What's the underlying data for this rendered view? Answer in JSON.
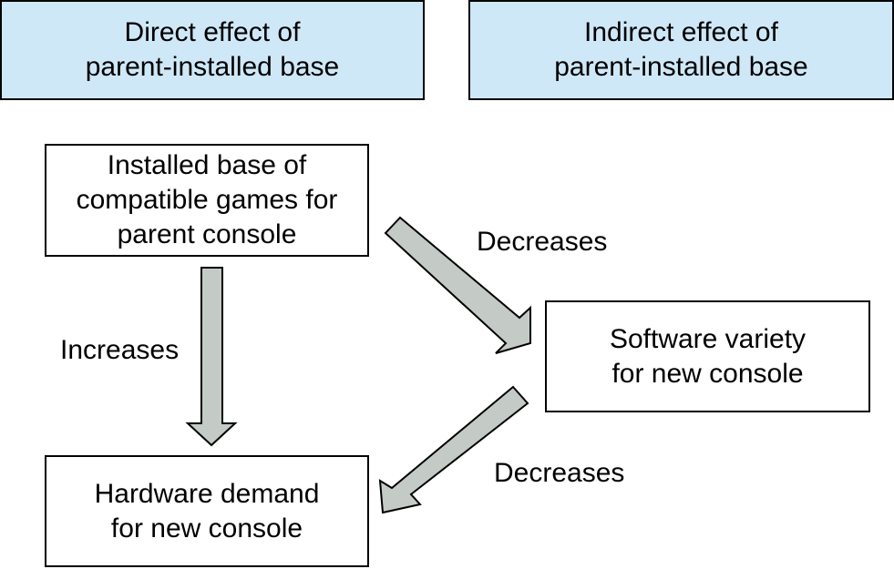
{
  "headers": {
    "direct": "Direct effect of\nparent-installed base",
    "indirect": "Indirect effect of\nparent-installed base"
  },
  "nodes": {
    "installed_base": "Installed base of\ncompatible games for\nparent console",
    "software_variety": "Software variety\nfor new console",
    "hardware_demand": "Hardware demand\nfor new console"
  },
  "edges": {
    "base_to_hardware": "Increases",
    "base_to_software": "Decreases",
    "software_to_hardware": "Decreases"
  },
  "colors": {
    "header_fill": "#cfe8f8",
    "arrow_fill": "#c4cbc6",
    "border": "#000000"
  }
}
